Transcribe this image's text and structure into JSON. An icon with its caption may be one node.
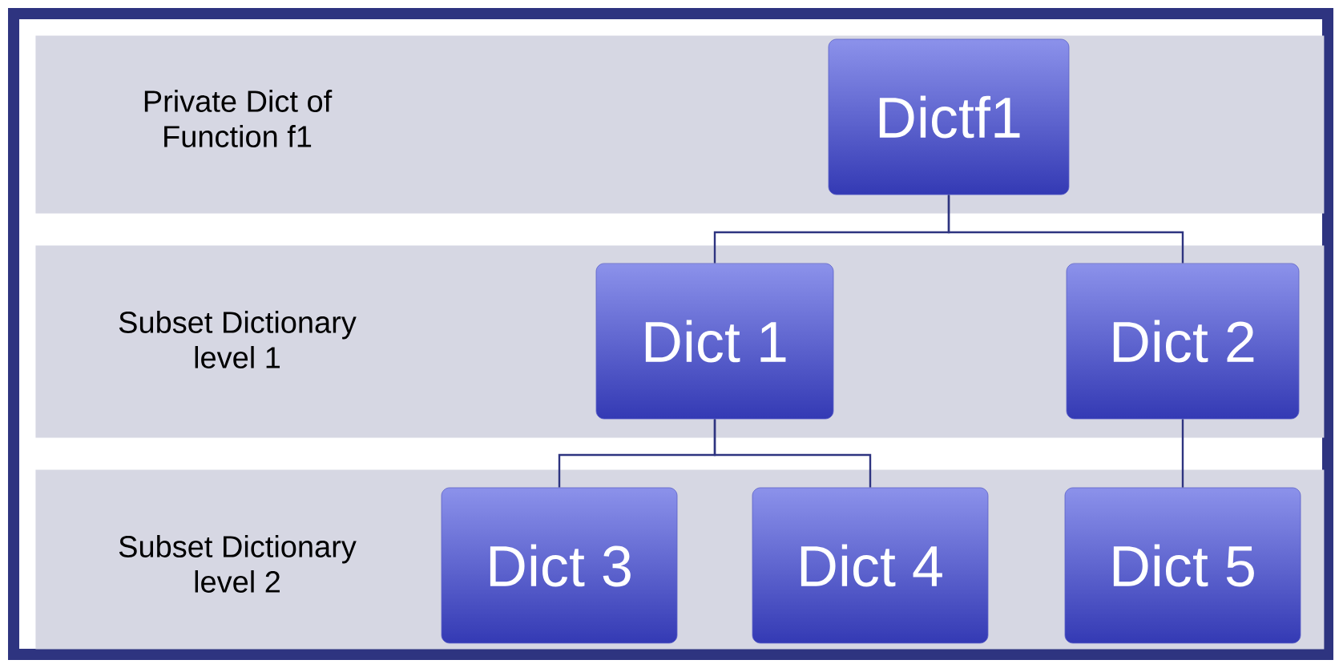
{
  "diagram": {
    "nodes": [
      {
        "text": [
          "Private Dict of Function f1"
        ]
      },
      {
        "text": [
          "Dictf1"
        ],
        "in": 0
      },
      {
        "text": [
          "Subset Dictionary level 1"
        ]
      },
      {
        "text": [
          "Dict 1"
        ],
        "in": 2
      },
      {
        "text": [
          "Dict 2"
        ],
        "in": 2
      },
      {
        "text": [
          "Subset Dictionary level 2"
        ]
      },
      {
        "text": [
          "Dict 3"
        ],
        "in": 5
      },
      {
        "text": [
          "Dict 4"
        ],
        "in": 5
      },
      {
        "text": [
          "Dict 5"
        ],
        "in": 5
      }
    ],
    "edges": [
      {
        "from": 1,
        "to": 3,
        "arrow": "none"
      },
      {
        "from": 1,
        "to": 4,
        "arrow": "none"
      },
      {
        "from": 3,
        "to": 6,
        "arrow": "none"
      },
      {
        "from": 3,
        "to": 7,
        "arrow": "none"
      },
      {
        "from": 4,
        "to": 8,
        "arrow": "none"
      }
    ]
  }
}
